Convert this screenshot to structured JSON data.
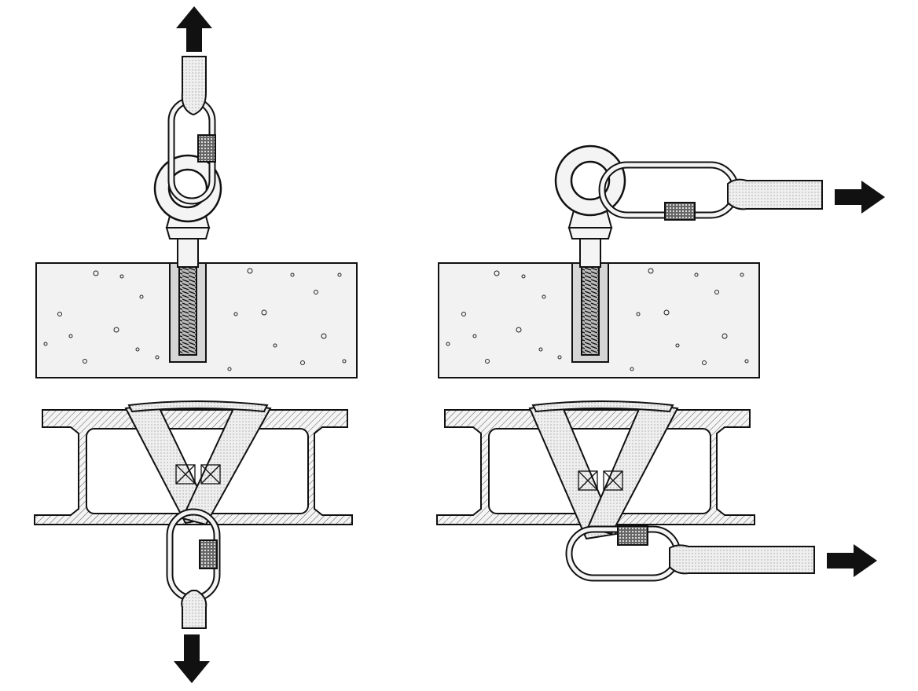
{
  "diagram": {
    "panels": [
      {
        "anchor": "eye-bolt",
        "load_direction": "up"
      },
      {
        "anchor": "eye-bolt",
        "load_direction": "right"
      },
      {
        "anchor": "beam-sling",
        "load_direction": "down"
      },
      {
        "anchor": "beam-sling",
        "load_direction": "right"
      }
    ],
    "colors": {
      "ink": "#111111",
      "concrete": "#f2f2f2",
      "steel": "#f4f4f4",
      "strap": "#ececec",
      "background": "#ffffff"
    }
  }
}
